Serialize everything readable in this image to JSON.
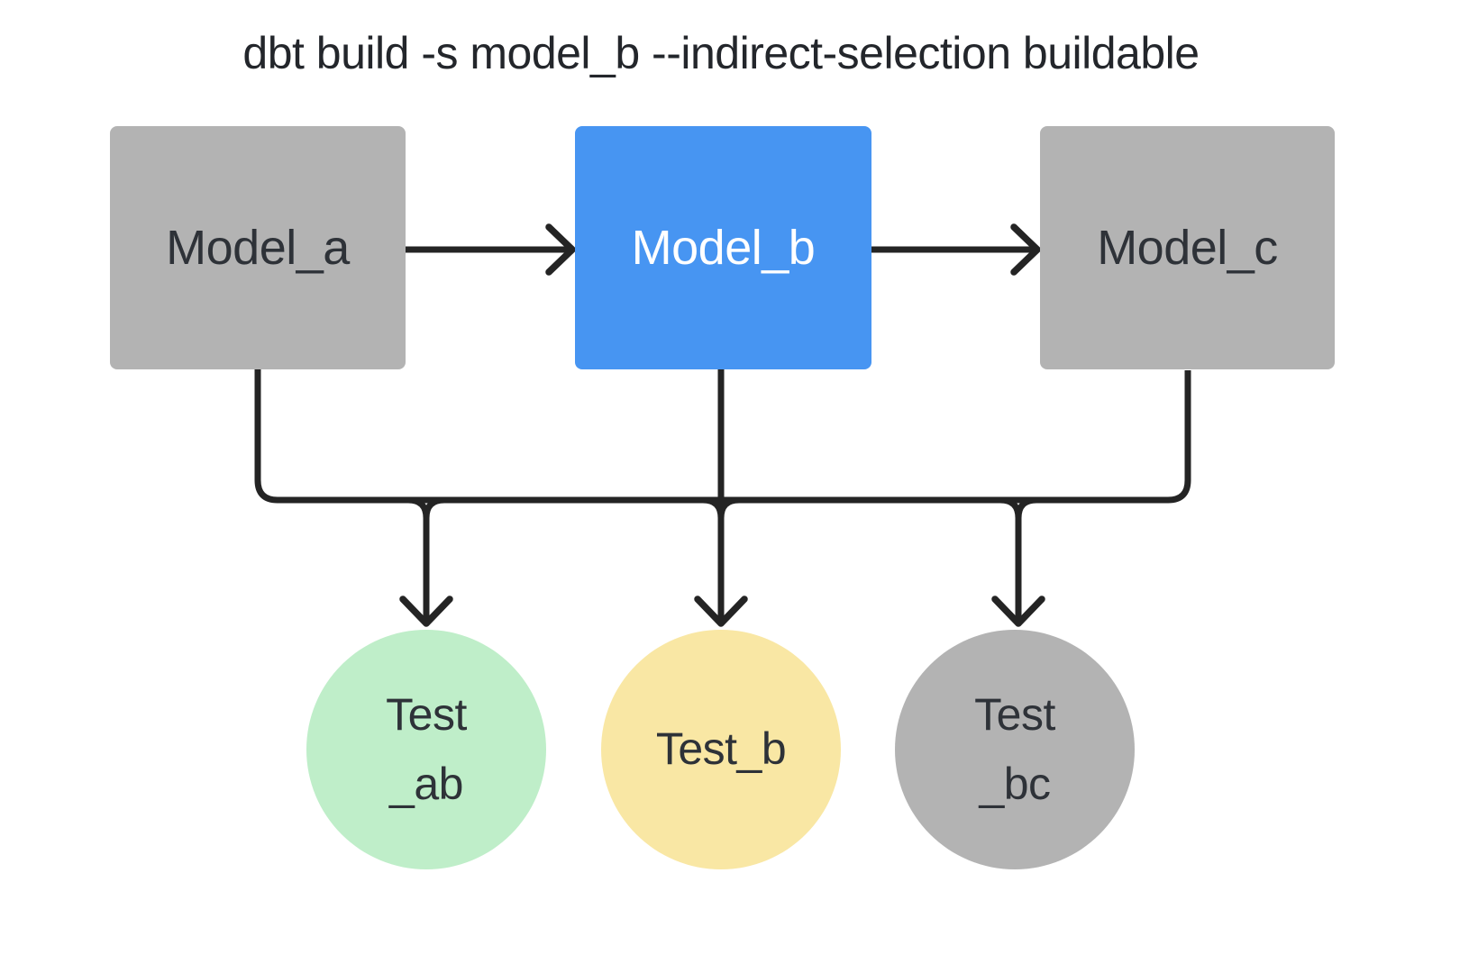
{
  "title": "dbt build -s model_b --indirect-selection buildable",
  "nodes": {
    "model_a": {
      "label": "Model_a",
      "shape": "rect",
      "fill": "#b3b3b3"
    },
    "model_b": {
      "label": "Model_b",
      "shape": "rect",
      "fill": "#4795f2"
    },
    "model_c": {
      "label": "Model_c",
      "shape": "rect",
      "fill": "#b3b3b3"
    },
    "test_ab": {
      "lines": [
        "Test",
        "_ab"
      ],
      "shape": "circle",
      "fill": "#bfeec9"
    },
    "test_b": {
      "lines": [
        "Test_b"
      ],
      "shape": "circle",
      "fill": "#f9e7a4"
    },
    "test_bc": {
      "lines": [
        "Test",
        "_bc"
      ],
      "shape": "circle",
      "fill": "#b3b3b3"
    }
  },
  "edges": [
    {
      "from": "model_a",
      "to": "model_b",
      "style": "arrow-right"
    },
    {
      "from": "model_b",
      "to": "model_c",
      "style": "arrow-right"
    },
    {
      "from": "model_a",
      "to": "test_ab",
      "style": "arrow-down"
    },
    {
      "from": "model_b",
      "to": "test_ab",
      "style": "arrow-down"
    },
    {
      "from": "model_b",
      "to": "test_b",
      "style": "arrow-down"
    },
    {
      "from": "model_b",
      "to": "test_bc",
      "style": "arrow-down"
    },
    {
      "from": "model_c",
      "to": "test_bc",
      "style": "arrow-down"
    }
  ],
  "colors": {
    "background": "#ffffff",
    "edge_stroke": "#242424",
    "title_text": "#23262b",
    "node_text_dark": "#2e3238",
    "node_text_light": "#ffffff",
    "model_b_blue": "#4795f2",
    "neutral_gray": "#b3b3b3",
    "test_ab_green": "#bfeec9",
    "test_b_yellow": "#f9e7a4"
  }
}
